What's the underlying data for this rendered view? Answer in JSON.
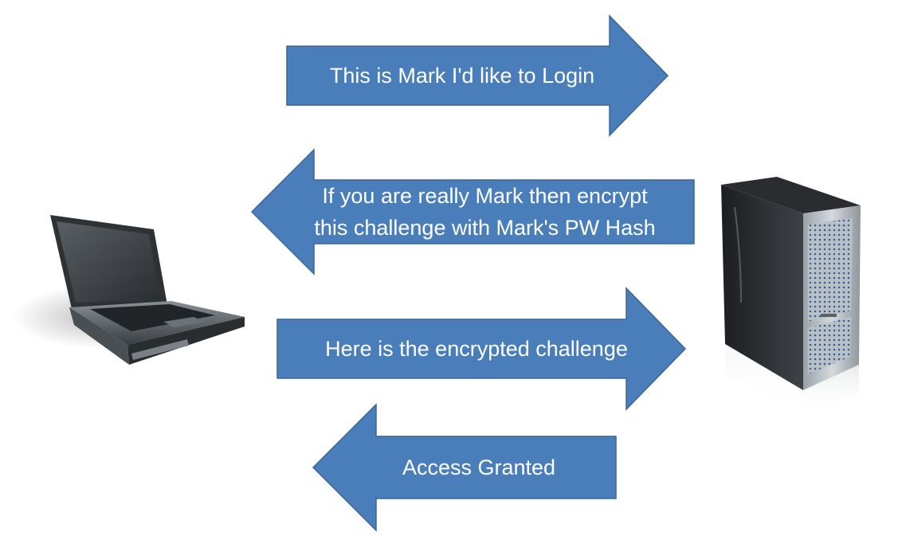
{
  "colors": {
    "arrow_fill": "#4A7EBB",
    "arrow_stroke": "#3A6597",
    "label_text": "#FFFFFF",
    "background": "#FFFFFF"
  },
  "devices": {
    "client": {
      "icon": "laptop-icon"
    },
    "server": {
      "icon": "server-tower-icon"
    }
  },
  "messages": [
    {
      "direction": "right",
      "lines": [
        "This is Mark I'd like to Login"
      ]
    },
    {
      "direction": "left",
      "lines": [
        "If you are really Mark then encrypt",
        "this challenge with Mark's PW Hash"
      ]
    },
    {
      "direction": "right",
      "lines": [
        "Here is the encrypted challenge"
      ]
    },
    {
      "direction": "left",
      "lines": [
        "Access Granted"
      ]
    }
  ]
}
